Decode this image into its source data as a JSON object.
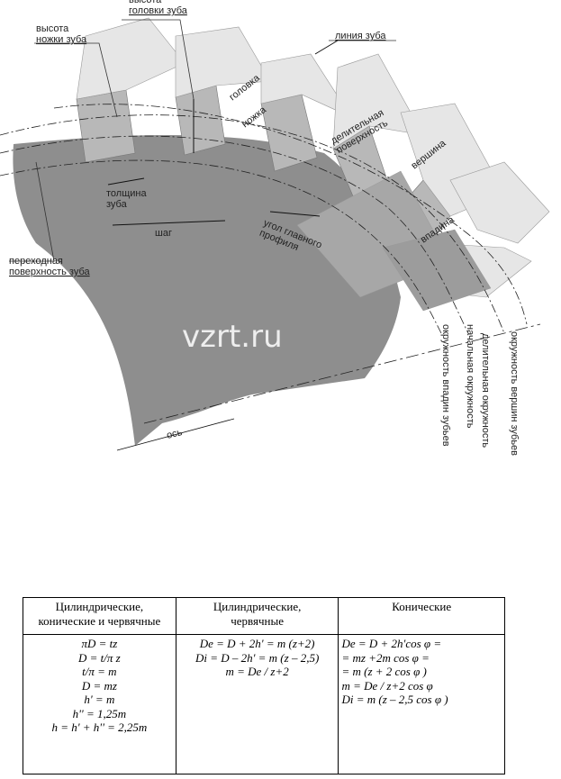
{
  "figure": {
    "labels": {
      "tip_height": "высота\nголовки зуба",
      "root_height": "высота\nножки зуба",
      "tooth_line": "линия зуба",
      "head": "головка",
      "foot": "ножка",
      "pitch_surface": "делительная\nповерхность",
      "top": "вершина",
      "tooth_thickness": "толщина\nзуба",
      "pitch": "шаг",
      "profile_angle": "угол главного\nпрофиля",
      "trough": "впадина",
      "transition_surface": "переходная\nповерхность зуба",
      "axis": "ось",
      "root_circle": "окружность впадин зубьев",
      "initial_circle": "начальная окружность",
      "pitch_circle": "делительная окружность",
      "tip_circle": "окружность вершин зубьев"
    },
    "watermark": "vzrt.ru"
  },
  "table": {
    "headers": [
      "Цилиндрические,\nконические и червячные",
      "Цилиндрические,\nчервячные",
      "Конические"
    ],
    "col1": [
      "πD = tz",
      "D = t/π z",
      "t/π = m",
      "D = mz",
      "h' = m",
      "h'' = 1,25m",
      "h = h' + h'' = 2,25m"
    ],
    "col2": [
      "De = D + 2h' = m (z+2)",
      "Di = D – 2h' = m (z – 2,5)",
      "m = De / z+2"
    ],
    "col3": [
      "De = D + 2h'cos φ =",
      "= mz +2m cos φ =",
      "= m (z + 2 cos φ )",
      "m = De / z+2 cos φ",
      "Di = m (z – 2,5 cos φ )"
    ]
  }
}
